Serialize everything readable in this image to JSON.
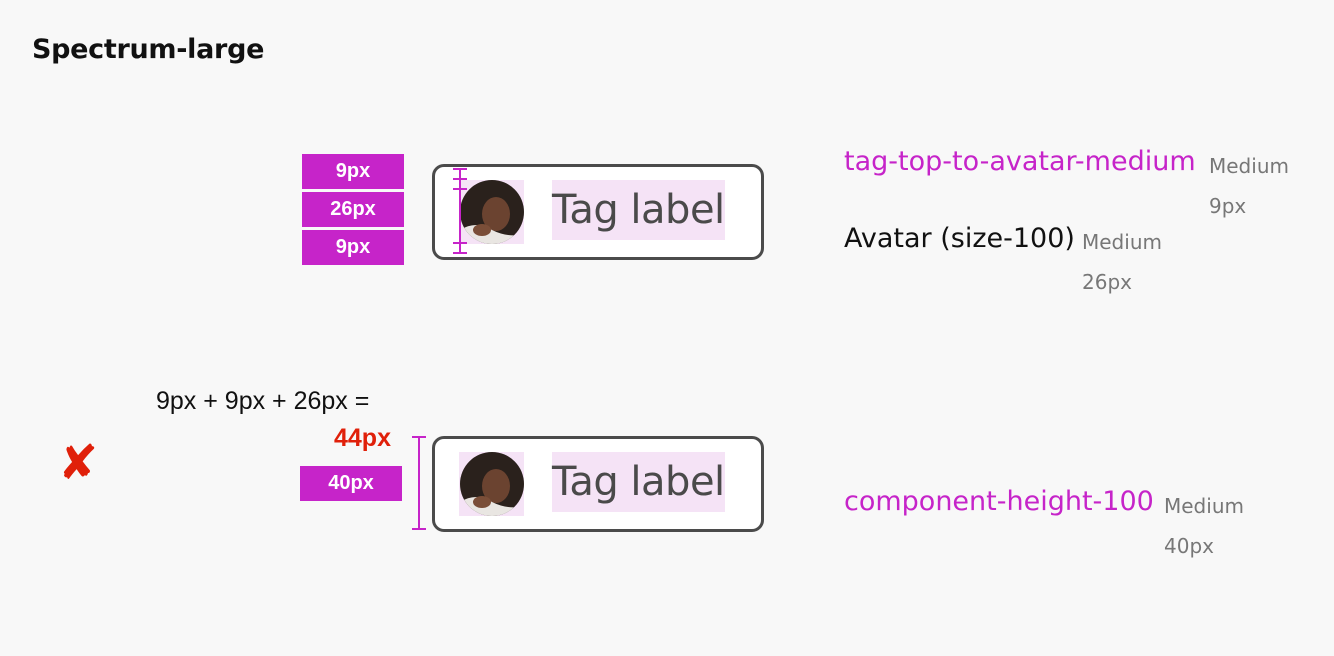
{
  "title": "Spectrum-large",
  "example_top": {
    "badges": [
      "9px",
      "26px",
      "9px"
    ],
    "tag_label": "Tag label",
    "specs": [
      {
        "token": "tag-top-to-avatar-medium",
        "size": "Medium",
        "value": "9px"
      },
      {
        "token": "Avatar (size-100)",
        "size": "Medium",
        "value": "26px"
      }
    ]
  },
  "example_bottom": {
    "equation": "9px + 9px + 26px =",
    "sum": "44px",
    "badge": "40px",
    "tag_label": "Tag label",
    "mark": "✘",
    "spec": {
      "token": "component-height-100",
      "size": "Medium",
      "value": "40px"
    }
  },
  "colors": {
    "accent": "#c624c9",
    "error": "#e0200a",
    "border": "#4b4b4b"
  }
}
